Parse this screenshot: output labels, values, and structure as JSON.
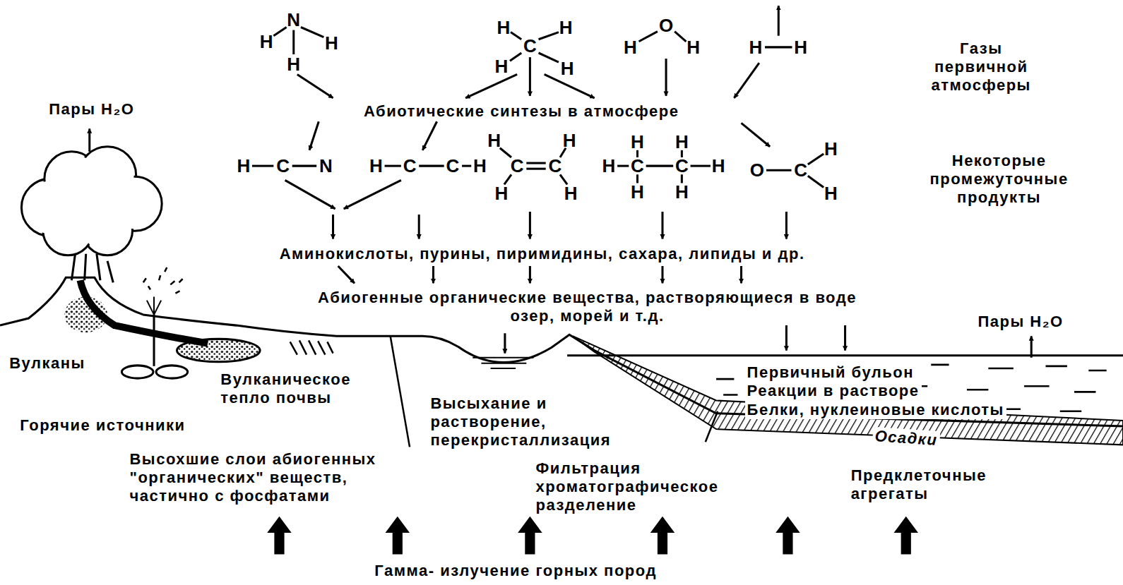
{
  "diagram": {
    "labels": [
      "N",
      "H",
      "H",
      "H",
      "H",
      "H",
      "C",
      "H",
      "H",
      "O",
      "H",
      "H",
      "H",
      "H",
      "Газы первичной атмосферы",
      "Пары H₂O",
      "Абиотические синтезы в атмосфере",
      "H",
      "C",
      "N",
      "H",
      "C",
      "C",
      "H",
      "H",
      "H",
      "C",
      "C",
      "H",
      "H",
      "H",
      "H",
      "H",
      "C",
      "C",
      "H",
      "H",
      "H",
      "O",
      "C",
      "H",
      "H",
      "Некоторые промежуточные продукты",
      "Аминокислоты, пурины, пиримидины, сахара, липиды и др.",
      "Абиогенные органические вещества, растворяющиеся в воде озер, морей и т.д.",
      "Пары H₂O",
      "Вулканы",
      "Вулканическое тепло почвы",
      "Горячие источники",
      "Высыхание и растворение, перекристаллизация",
      "Первичный бульон",
      "Реакции в растворе",
      "Белки, нуклеиновые кислоты",
      "Осадки",
      "Высохшие слои абиогенных \"органических\" веществ, частично с фосфатами",
      "Фильтрация хроматографическое разделение",
      "Предклеточные агрегаты",
      "Гамма- излучение горных пород"
    ]
  }
}
